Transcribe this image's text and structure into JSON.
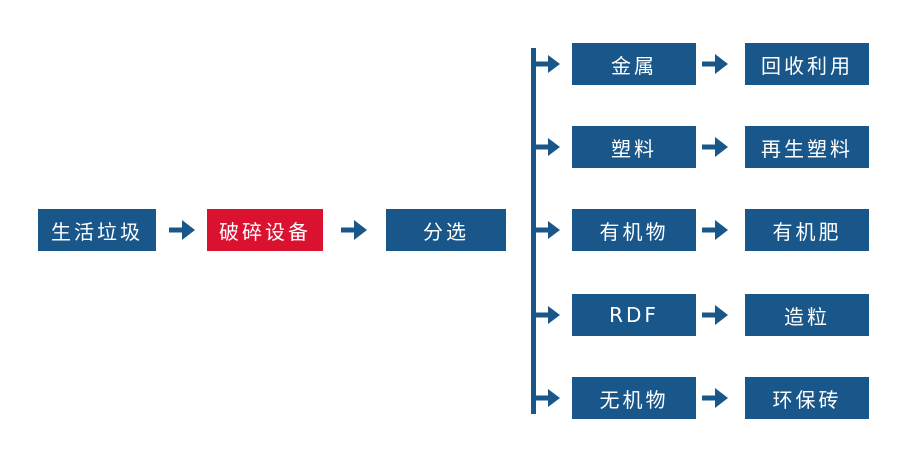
{
  "diagram": {
    "type": "process-flow",
    "colors": {
      "box_blue": "#19578b",
      "box_red": "#da1230",
      "arrow": "#19578b",
      "text": "#ffffff",
      "background": "#ffffff"
    },
    "icons": {
      "arrow_right": "→"
    },
    "main_flow": {
      "nodes": [
        {
          "label": "生活垃圾",
          "variant": "blue"
        },
        {
          "label": "破碎设备",
          "variant": "red"
        },
        {
          "label": "分选",
          "variant": "blue"
        }
      ]
    },
    "branches": [
      {
        "source": "金属",
        "result": "回收利用"
      },
      {
        "source": "塑料",
        "result": "再生塑料"
      },
      {
        "source": "有机物",
        "result": "有机肥"
      },
      {
        "source": "RDF",
        "result": "造粒"
      },
      {
        "source": "无机物",
        "result": "环保砖"
      }
    ]
  }
}
